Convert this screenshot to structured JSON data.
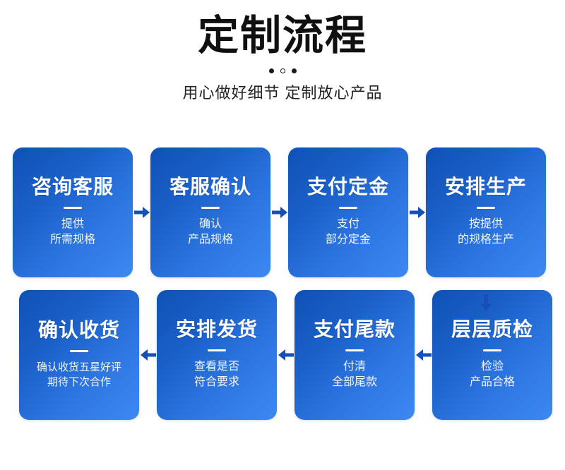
{
  "header": {
    "title": "定制流程",
    "subtitle": "用心做好细节 定制放心产品",
    "divider_dots": [
      "filled",
      "hollow",
      "filled"
    ]
  },
  "theme": {
    "gradient_start": "#0f51b6",
    "gradient_end": "#3d88f2",
    "arrow_color": "#1450b8",
    "title_color": "#101010",
    "card_text_color": "#ffffff",
    "background": "#ffffff"
  },
  "flow": {
    "row1": {
      "direction": "right",
      "steps": [
        {
          "title": "咨询客服",
          "desc": "提供\n所需规格"
        },
        {
          "title": "客服确认",
          "desc": "确认\n产品规格"
        },
        {
          "title": "支付定金",
          "desc": "支付\n部分定金"
        },
        {
          "title": "安排生产",
          "desc": "按提供\n的规格生产"
        }
      ],
      "arrow_labels": [
        "arrow-right",
        "arrow-right",
        "arrow-right"
      ]
    },
    "connector": {
      "icon": "arrow-down-icon",
      "direction": "down"
    },
    "row2": {
      "direction": "left",
      "steps": [
        {
          "title": "层层质检",
          "desc": "检验\n产品合格"
        },
        {
          "title": "支付尾款",
          "desc": "付清\n全部尾款"
        },
        {
          "title": "安排发货",
          "desc": "查看是否\n符合要求"
        },
        {
          "title": "确认收货",
          "desc": "确认收货五星好评\n期待下次合作"
        }
      ],
      "arrow_labels": [
        "arrow-left",
        "arrow-left",
        "arrow-left"
      ]
    }
  }
}
